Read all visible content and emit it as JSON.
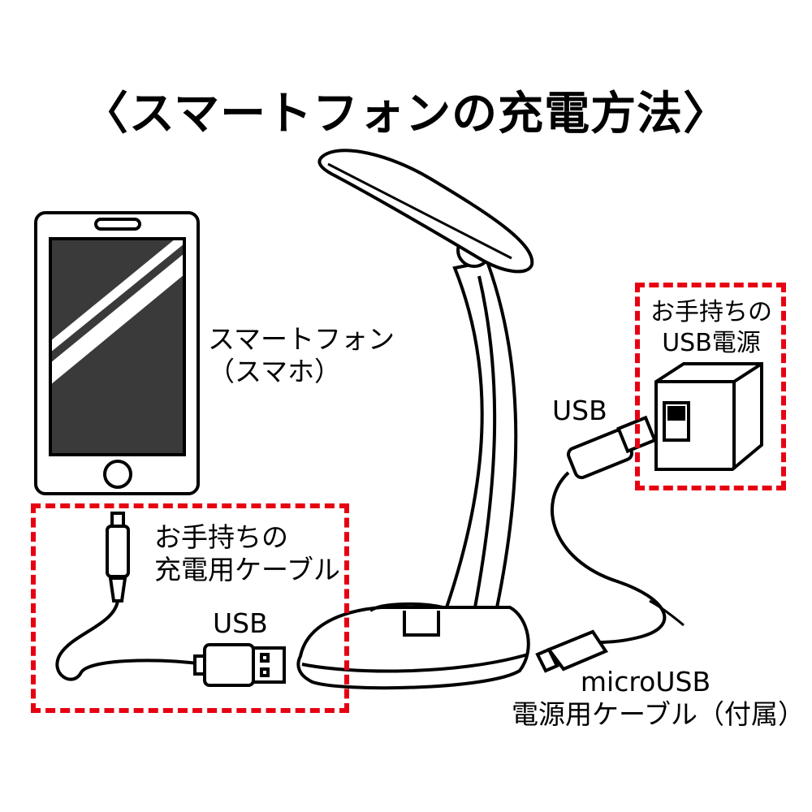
{
  "title": "〈スマートフォンの充電方法〉",
  "smartphone_label": {
    "line1": "スマートフォン",
    "line2": "（スマホ）"
  },
  "own_usb_power": {
    "line1": "お手持ちの",
    "line2": "USB電源"
  },
  "own_charge_cable": {
    "line1": "お手持ちの",
    "line2": "充電用ケーブル"
  },
  "usb_label_right": "USB",
  "usb_label_left": "USB",
  "micro_usb_cable": {
    "line1": "microUSB",
    "line2": "電源用ケーブル（付属）"
  },
  "colors": {
    "dashed_box": "#e60012",
    "ink": "#000000",
    "screen": "#3a3a3a"
  }
}
